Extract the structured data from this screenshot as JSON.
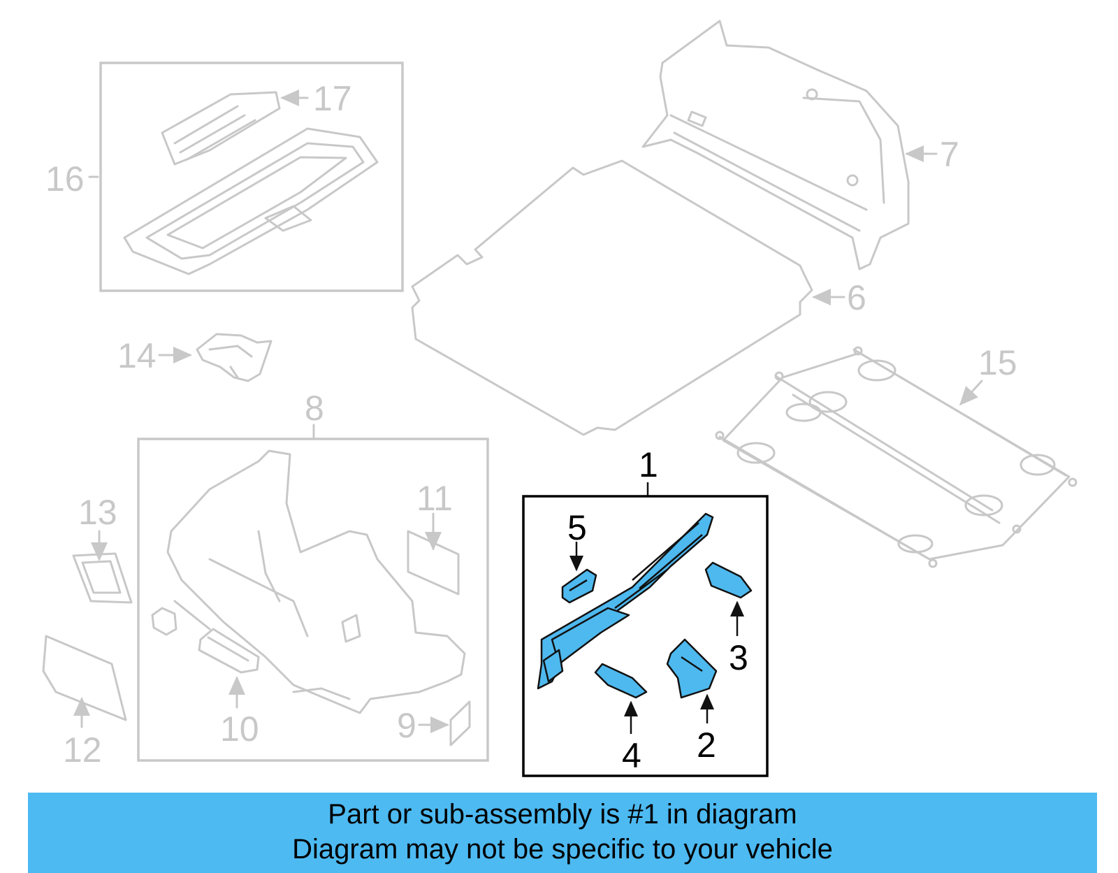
{
  "colors": {
    "highlight": "#4eb9ef",
    "banner": "#4dbaf2",
    "inactive_lines": "#c8c8c8",
    "active_lines": "#000000"
  },
  "callouts": {
    "c1": "1",
    "c2": "2",
    "c3": "3",
    "c4": "4",
    "c5": "5",
    "c6": "6",
    "c7": "7",
    "c8": "8",
    "c9": "9",
    "c10": "10",
    "c11": "11",
    "c12": "12",
    "c13": "13",
    "c14": "14",
    "c15": "15",
    "c16": "16",
    "c17": "17"
  },
  "banner": {
    "line1": "Part or sub-assembly is #1 in diagram",
    "line2": "Diagram may not be specific to your vehicle"
  }
}
